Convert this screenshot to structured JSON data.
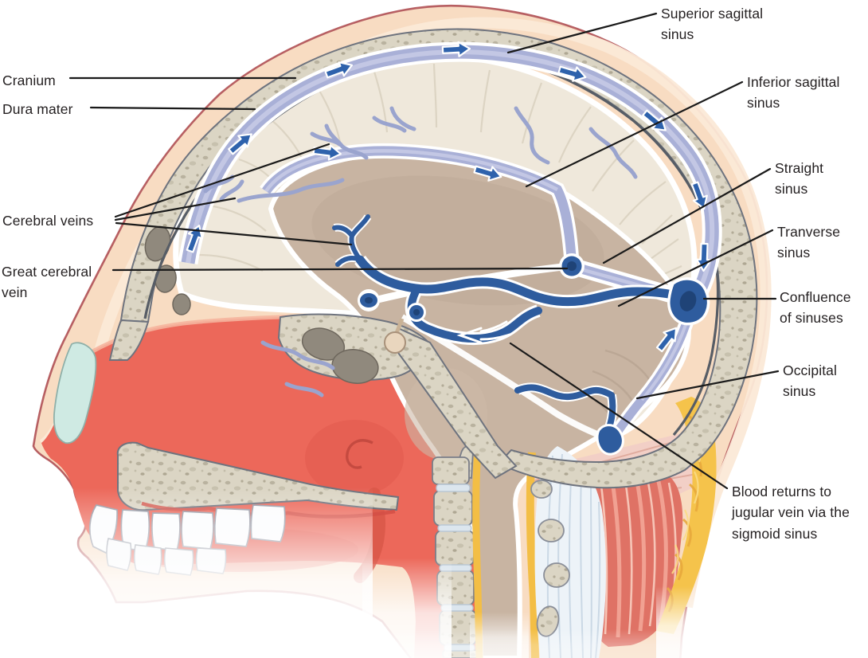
{
  "figure": {
    "kind": "anatomical-diagram",
    "view": "sagittal section of the head"
  },
  "labels": {
    "superior_sagittal_sinus": "Superior sagittal sinus",
    "cranium": "Cranium",
    "dura_mater": "Dura mater",
    "cerebral_veins": "Cerebral veins",
    "great_cerebral_vein": "Great cerebral vein",
    "inferior_sagittal_sinus": "Inferior sagittal sinus",
    "straight_sinus": "Straight sinus",
    "tranverse_sinus": "Tranverse sinus",
    "confluence_of_sinuses": "Confluence of sinuses",
    "occipital_sinus": "Occipital sinus",
    "blood_returns": "Blood returns to jugular vein via the sigmoid sinus"
  },
  "colors": {
    "label_text": "#231f20",
    "leader_line": "#1a1a1a",
    "skin": "#f8dcc2",
    "skin_inner": "#fbe9d7",
    "skin_outline": "#b75f62",
    "bone_edge": "#6e737e",
    "dura": "#575d66",
    "brain": "#efe8db",
    "brain_core": "#c8b4a2",
    "sinus_light": "#a9b0d7",
    "sinus_core": "#c5cae5",
    "vein_dark": "#2e5c9e",
    "vein_darker": "#1f4377",
    "arrow_blue": "#2e62ac",
    "cavity_red": "#ec685a",
    "muscle": "#df7265",
    "fat": "#f5c34b",
    "cartilage": "#cfeae3",
    "fascia": "#edf3f8"
  }
}
